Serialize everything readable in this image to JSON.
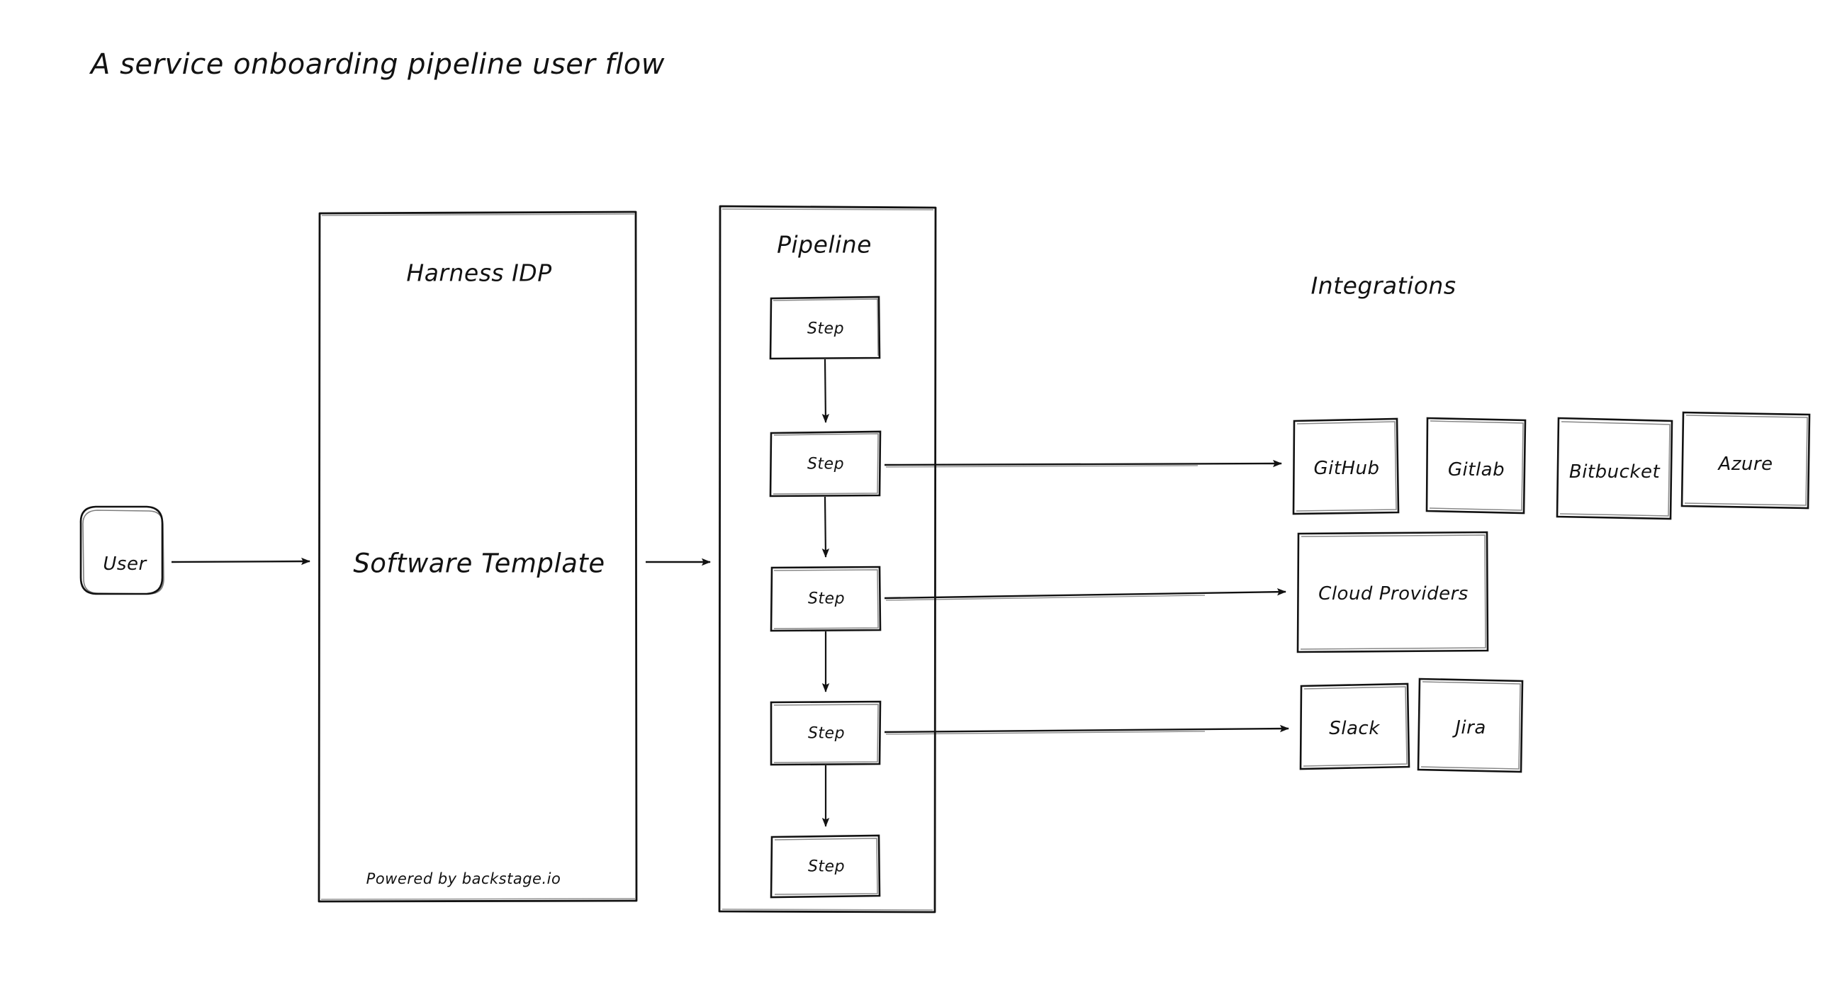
{
  "diagram": {
    "title": "A service onboarding pipeline user flow",
    "background_color": "#ffffff",
    "stroke_color": "#121212",
    "style": "hand-drawn sketch"
  },
  "actor": {
    "label": "User"
  },
  "idp_group": {
    "title": "Harness IDP",
    "node_label": "Software Template",
    "footer": "Powered by backstage.io"
  },
  "pipeline_group": {
    "title": "Pipeline",
    "steps": [
      {
        "label": "Step"
      },
      {
        "label": "Step"
      },
      {
        "label": "Step"
      },
      {
        "label": "Step"
      },
      {
        "label": "Step"
      }
    ]
  },
  "integrations_group": {
    "title": "Integrations",
    "scm": [
      {
        "label": "GitHub"
      },
      {
        "label": "Gitlab"
      },
      {
        "label": "Bitbucket"
      },
      {
        "label": "Azure"
      }
    ],
    "cloud": [
      {
        "label": "Cloud Providers"
      }
    ],
    "collab": [
      {
        "label": "Slack"
      },
      {
        "label": "Jira"
      }
    ]
  },
  "connections": [
    {
      "from": "User",
      "to": "Software Template"
    },
    {
      "from": "Software Template",
      "to": "Pipeline"
    },
    {
      "from": "Step",
      "to": "Step"
    },
    {
      "from": "Step 2",
      "to": "GitHub"
    },
    {
      "from": "Step 3",
      "to": "Cloud Providers"
    },
    {
      "from": "Step 4",
      "to": "Slack"
    }
  ]
}
